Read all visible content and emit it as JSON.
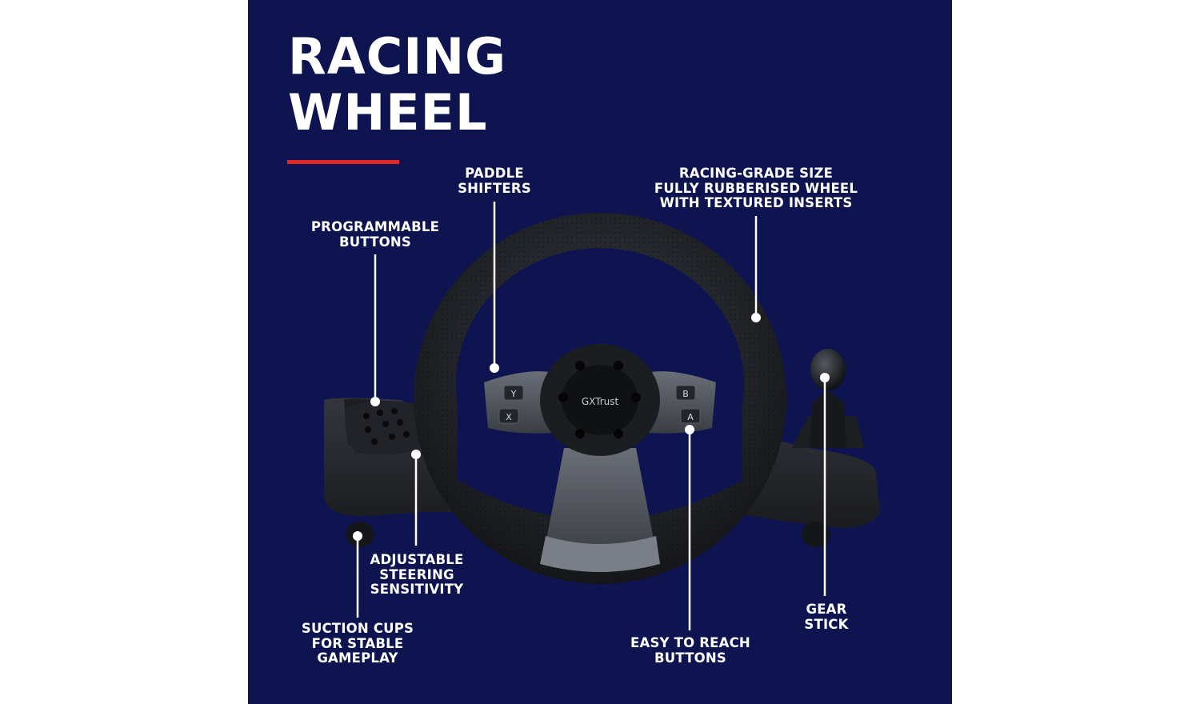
{
  "colors": {
    "background": "#0e1450",
    "accent": "#e3262a",
    "text": "#ffffff"
  },
  "title": {
    "line1": "RACING",
    "line2": "WHEEL"
  },
  "callouts": {
    "paddle_shifters": [
      "PADDLE",
      "SHIFTERS"
    ],
    "racing_grade": [
      "RACING-GRADE SIZE",
      "FULLY RUBBERISED WHEEL",
      "WITH TEXTURED INSERTS"
    ],
    "programmable_buttons": [
      "PROGRAMMABLE",
      "BUTTONS"
    ],
    "adjustable_sensitivity": [
      "ADJUSTABLE",
      "STEERING",
      "SENSITIVITY"
    ],
    "suction_cups": [
      "SUCTION CUPS",
      "FOR STABLE",
      "GAMEPLAY"
    ],
    "easy_reach": [
      "EASY TO REACH",
      "BUTTONS"
    ],
    "gear_stick": [
      "GEAR",
      "STICK"
    ]
  },
  "product": {
    "brand_logo": "GXTrust",
    "buttons": {
      "y": "Y",
      "x": "X",
      "b": "B",
      "a": "A"
    }
  }
}
